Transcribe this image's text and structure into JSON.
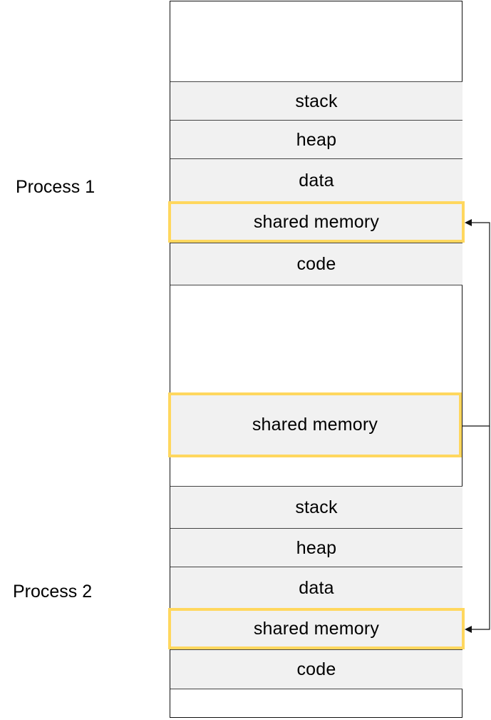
{
  "process1": {
    "label": "Process 1",
    "segments": {
      "stack": "stack",
      "heap": "heap",
      "data": "data",
      "shared": "shared memory",
      "code": "code"
    }
  },
  "middle": {
    "shared": "shared memory"
  },
  "process2": {
    "label": "Process 2",
    "segments": {
      "stack": "stack",
      "heap": "heap",
      "data": "data",
      "shared": "shared memory",
      "code": "code"
    }
  },
  "colors": {
    "highlight": "#ffd75e",
    "segment_fill": "#f1f1f1",
    "border": "#111111"
  }
}
